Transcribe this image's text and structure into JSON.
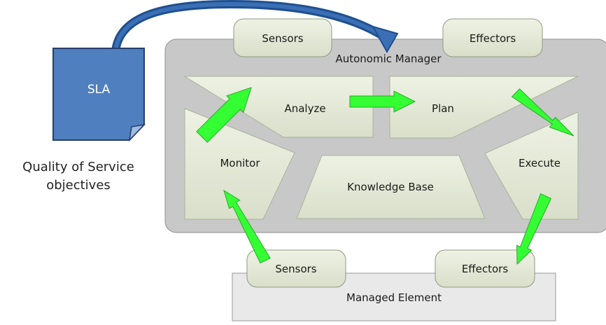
{
  "sla": {
    "label": "SLA"
  },
  "qos": {
    "line1": "Quality of Service",
    "line2": "objectives"
  },
  "manager": {
    "title": "Autonomic Manager",
    "sensors": "Sensors",
    "effectors": "Effectors",
    "phases": {
      "analyze": "Analyze",
      "plan": "Plan",
      "monitor": "Monitor",
      "execute": "Execute",
      "knowledge": "Knowledge Base"
    }
  },
  "element": {
    "title": "Managed Element",
    "sensors": "Sensors",
    "effectors": "Effectors"
  },
  "colors": {
    "sla_fill": "#4f7fbf",
    "manager_fill": "#c8c8c8",
    "phase_fill": "#e2e8d5",
    "managed_fill": "#e9e9e9",
    "arrow_green": "#33ff33",
    "curve_arrow": "#1f4f8f"
  }
}
